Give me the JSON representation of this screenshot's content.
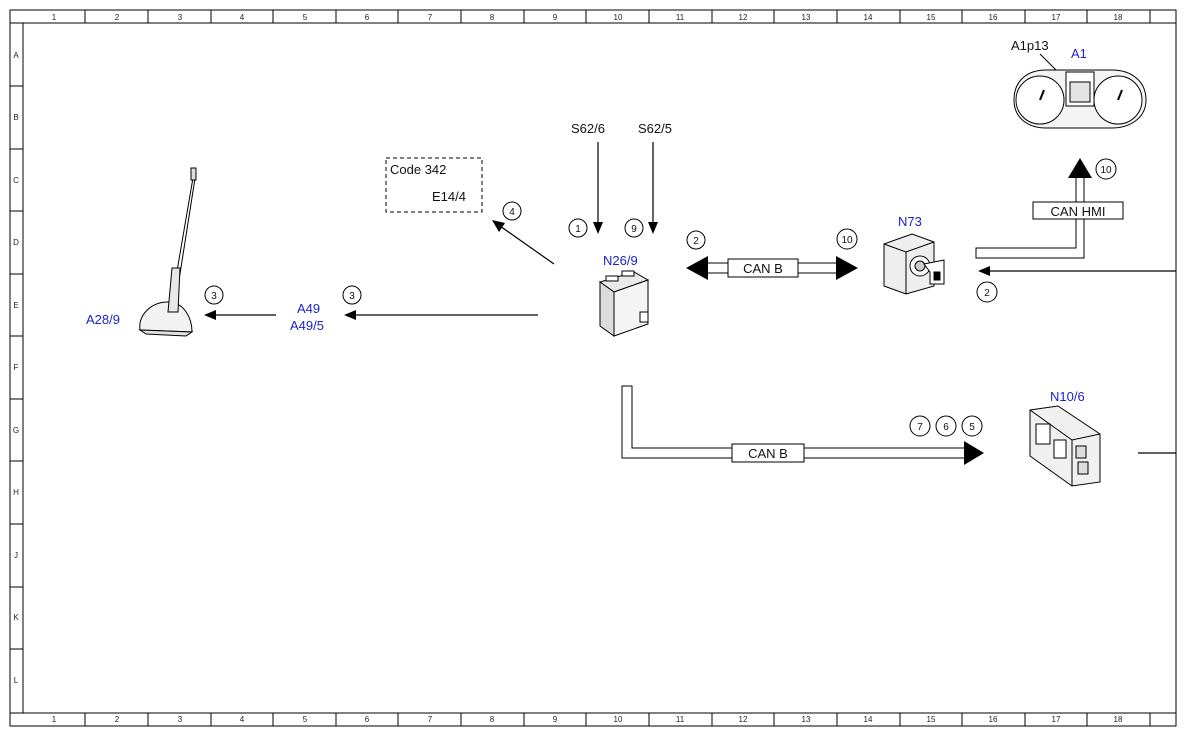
{
  "frame": {
    "columns": [
      "1",
      "2",
      "3",
      "4",
      "5",
      "6",
      "7",
      "8",
      "9",
      "10",
      "11",
      "12",
      "13",
      "14",
      "15",
      "16",
      "17",
      "18"
    ],
    "rows": [
      "A",
      "B",
      "C",
      "D",
      "E",
      "F",
      "G",
      "H",
      "J",
      "K",
      "L"
    ]
  },
  "components": {
    "antenna": "A28/9",
    "a49_line1": "A49",
    "a49_line2": "A49/5",
    "code_box_line1": "Code 342",
    "code_box_line2": "E14/4",
    "s62_6": "S62/6",
    "s62_5": "S62/5",
    "module_center": "N26/9",
    "n73": "N73",
    "a1": "A1",
    "a1p13": "A1p13",
    "n10_6": "N10/6"
  },
  "buses": {
    "can_b_top": "CAN B",
    "can_b_bottom": "CAN B",
    "can_hmi": "CAN HMI"
  },
  "markers": {
    "m1": "1",
    "m9": "9",
    "m4": "4",
    "m3a": "3",
    "m3b": "3",
    "m2a": "2",
    "m10a": "10",
    "m10b": "10",
    "m2b": "2",
    "m7": "7",
    "m6": "6",
    "m5": "5"
  },
  "colors": {
    "component_label": "#1e22c8",
    "line": "#000000"
  }
}
